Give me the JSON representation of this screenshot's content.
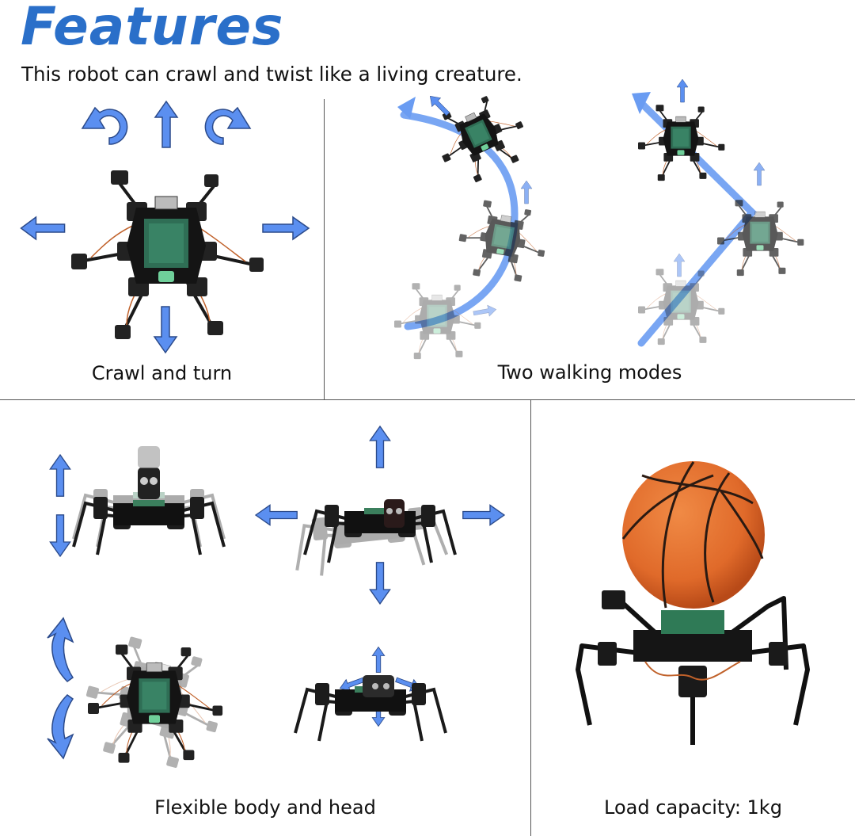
{
  "header": {
    "title": "Features",
    "subtitle": "This robot can crawl and twist like a living creature."
  },
  "panels": [
    {
      "id": "crawl",
      "caption": "Crawl and turn",
      "icons": [
        "rotate-left-arrow",
        "up-arrow",
        "rotate-right-arrow",
        "left-arrow",
        "right-arrow",
        "down-arrow"
      ]
    },
    {
      "id": "walking",
      "caption": "Two walking modes",
      "icons": [
        "curved-path-arrow",
        "straight-diagonal-path-arrow",
        "heading-arrow"
      ]
    },
    {
      "id": "flexible",
      "caption": "Flexible body and head",
      "icons": [
        "up-down-arrows",
        "left-right-arrows",
        "twist-arrows",
        "head-four-way-arrows"
      ]
    },
    {
      "id": "load",
      "caption": "Load capacity: 1kg",
      "icons": [
        "basketball"
      ]
    }
  ],
  "colors": {
    "title": "#2a6fc9",
    "arrow_fill": "#5b8ff0",
    "arrow_stroke": "#2b4a8a",
    "path_blue": "#6a9cf2",
    "divider": "#555555",
    "basketball": "#e06a2a"
  }
}
